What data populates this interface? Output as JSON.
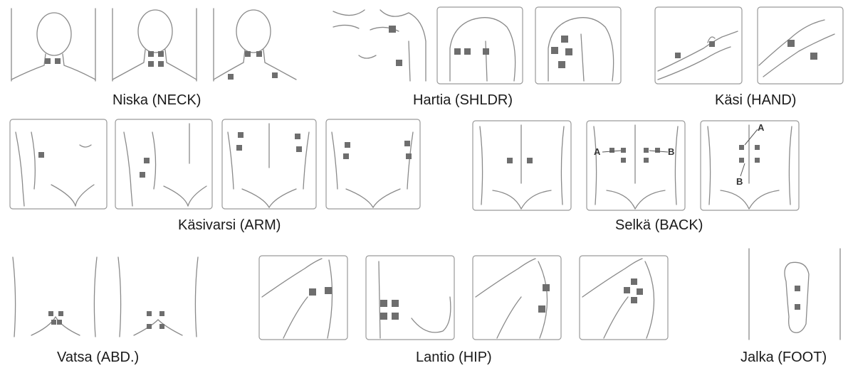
{
  "groups": {
    "neck": "Niska (NECK)",
    "shoulder": "Hartia (SHLDR)",
    "hand": "Käsi (HAND)",
    "arm": "Käsivarsi (ARM)",
    "back": "Selkä (BACK)",
    "abdomen": "Vatsa (ABD.)",
    "hip": "Lantio (HIP)",
    "foot": "Jalka (FOOT)"
  },
  "markers": {
    "a": "A",
    "b": "B"
  },
  "colors": {
    "pad": "#6e6e6e",
    "line": "#8a8a8a",
    "text": "#1a1a1a"
  }
}
